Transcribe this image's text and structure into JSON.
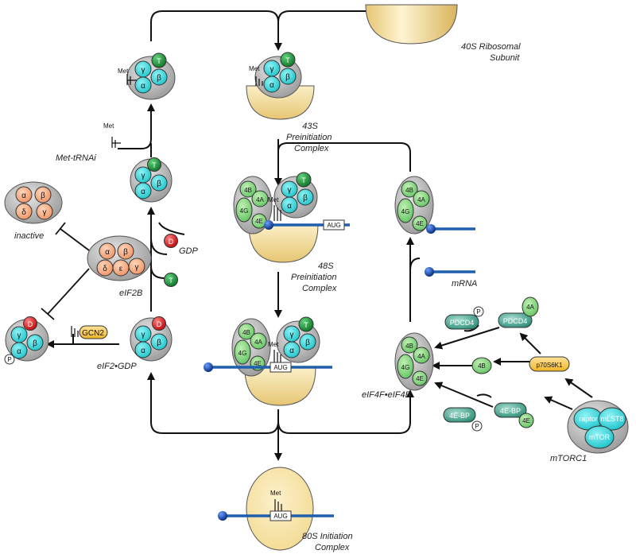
{
  "labels": {
    "ribosome40s": [
      "40S Ribosomal",
      "Subunit"
    ],
    "pic43s": [
      "43S",
      "Preinitiation",
      "Complex"
    ],
    "pic48s": [
      "48S",
      "Preinitiation",
      "Complex"
    ],
    "ic80s": [
      "80S Initiation",
      "Complex"
    ],
    "met_trna": "Met-tRNAi",
    "inactive": "inactive",
    "eif2b": "eIF2B",
    "eif2_gdp": "eIF2•GDP",
    "gdp": "GDP",
    "mrna": "mRNA",
    "eif4f_eif4b": "eIF4F•eIF4B",
    "mtorc1": "mTORC1"
  },
  "subunits": {
    "alpha": "α",
    "beta": "β",
    "gamma": "γ",
    "delta": "δ",
    "epsilon": "ε",
    "gtp": "T",
    "gdp": "D",
    "phospho": "P",
    "met": "Met",
    "aug": "AUG",
    "e4b": "4B",
    "e4a": "4A",
    "e4g": "4G",
    "e4e": "4E",
    "gcn2": "GCN2",
    "pdcd4": "PDCD4",
    "p70s6k1": "p70S6K1",
    "ebp": "4E-BP",
    "raptor": "raptor",
    "mlst8": "mLST8",
    "mtor": "mTOR"
  },
  "colors": {
    "cyan": "#2ed3d8",
    "green": "#7fd67f",
    "darkgreen": "#1f8a3a",
    "red": "#d81e1e",
    "orange": "#f4a87a",
    "teal": "#3fa892",
    "yellow": "#f5c445",
    "ribosome": "#f3dda0",
    "mrna": "#1f5fb0",
    "gray": "#b8b8b8"
  }
}
